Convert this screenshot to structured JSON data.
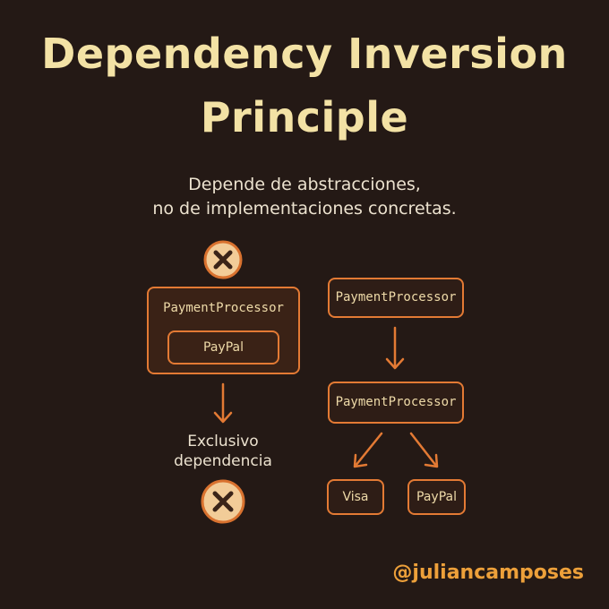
{
  "title": {
    "line1": "Dependency Inversion",
    "line2": "Principle"
  },
  "subtitle": {
    "line1": "Depende de abstracciones,",
    "line2": "no de implementaciones concretas."
  },
  "left_diagram": {
    "outer_label": "PaymentProcessor",
    "inner_label": "PayPal",
    "result_line1": "Exclusivo",
    "result_line2": "dependencia"
  },
  "right_diagram": {
    "top_label": "PaymentProcessor",
    "middle_label": "PaymentProcessor",
    "child_left": "Visa",
    "child_right": "PayPal"
  },
  "footer": {
    "handle": "@juliancamposes"
  },
  "colors": {
    "background": "#241915",
    "title": "#f3e2a5",
    "accent": "#e37a34",
    "handle": "#eda03a"
  },
  "icons": [
    "x-circle-icon",
    "arrow-down-icon"
  ]
}
